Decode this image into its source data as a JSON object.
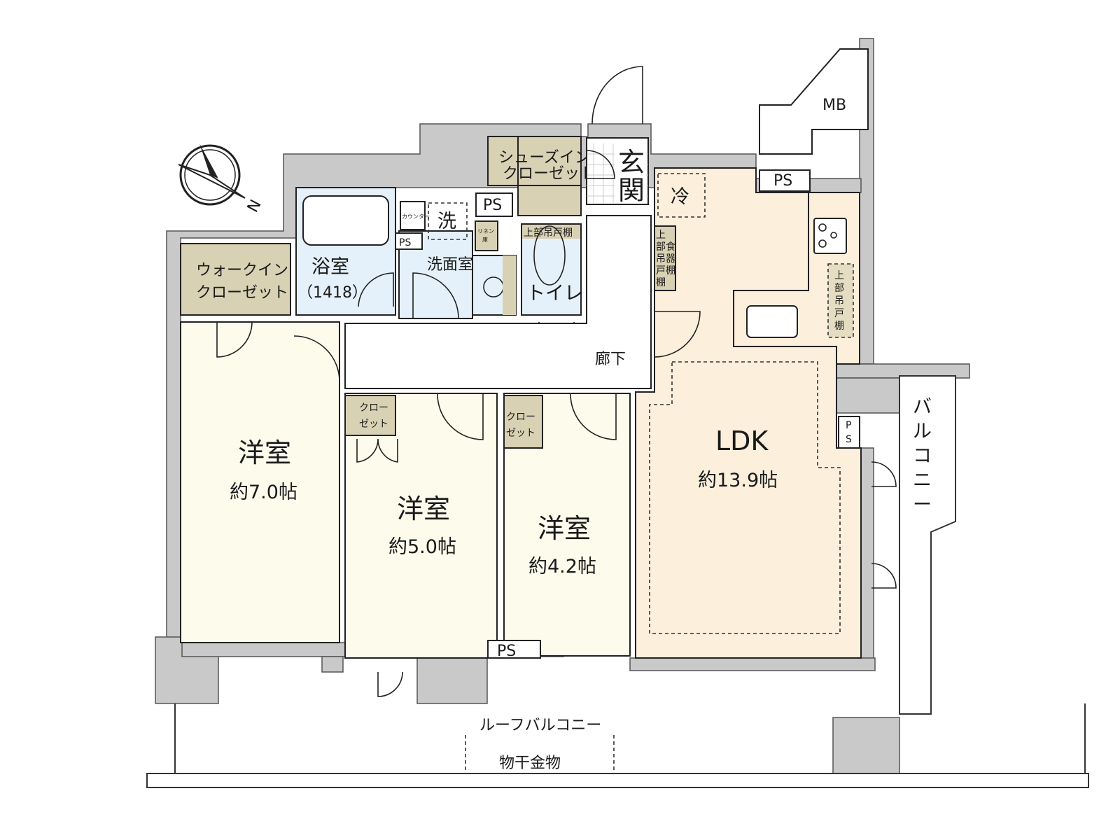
{
  "rooms": {
    "walk_in_closet": [
      "ウォークイン",
      "クローゼット"
    ],
    "western_room_1": {
      "name": "洋室",
      "size": "約7.0帖"
    },
    "western_room_2": {
      "name": "洋室",
      "size": "約5.0帖"
    },
    "western_room_3": {
      "name": "洋室",
      "size": "約4.2帖"
    },
    "ldk": {
      "name": "LDK",
      "size": "約13.9帖"
    },
    "bathroom": {
      "name": "浴室",
      "size": "（1418）"
    },
    "washroom": "洗面室",
    "toilet": "トイレ",
    "shoe_closet": [
      "シューズイン",
      "クローゼット"
    ],
    "entrance": [
      "玄",
      "関"
    ],
    "hallway": "廊下",
    "closet_2": [
      "クロー",
      "ゼット"
    ],
    "closet_3": [
      "クロー",
      "ゼット"
    ],
    "linen": [
      "リネン",
      "庫"
    ],
    "counter": "カウンター",
    "washer": "洗",
    "fridge": "冷",
    "toilet_shelf": "上部吊戸棚",
    "kitchen_shelf_1": [
      "上",
      "部",
      "吊",
      "戸",
      "棚"
    ],
    "kitchen_shelf_2": [
      "食",
      "器",
      "棚"
    ],
    "kitchen_shelf_3": [
      "上",
      "部",
      "吊",
      "戸",
      "棚"
    ],
    "balcony": [
      "バ",
      "ル",
      "コ",
      "ニ",
      "ー"
    ],
    "roof_balcony": "ルーフバルコニー",
    "clothes_hanger": "物干金物",
    "mb": "MB",
    "ps_labels": [
      "PS",
      "PS",
      "PS",
      "PS",
      "P",
      "S"
    ]
  },
  "compass": {
    "north_label": "N"
  },
  "colors": {
    "wall": "#c9c9c9",
    "room": "#fdfbec",
    "ldk": "#fcefdc",
    "wet": "#e5f1fa",
    "storage": "#d9d1b4"
  }
}
